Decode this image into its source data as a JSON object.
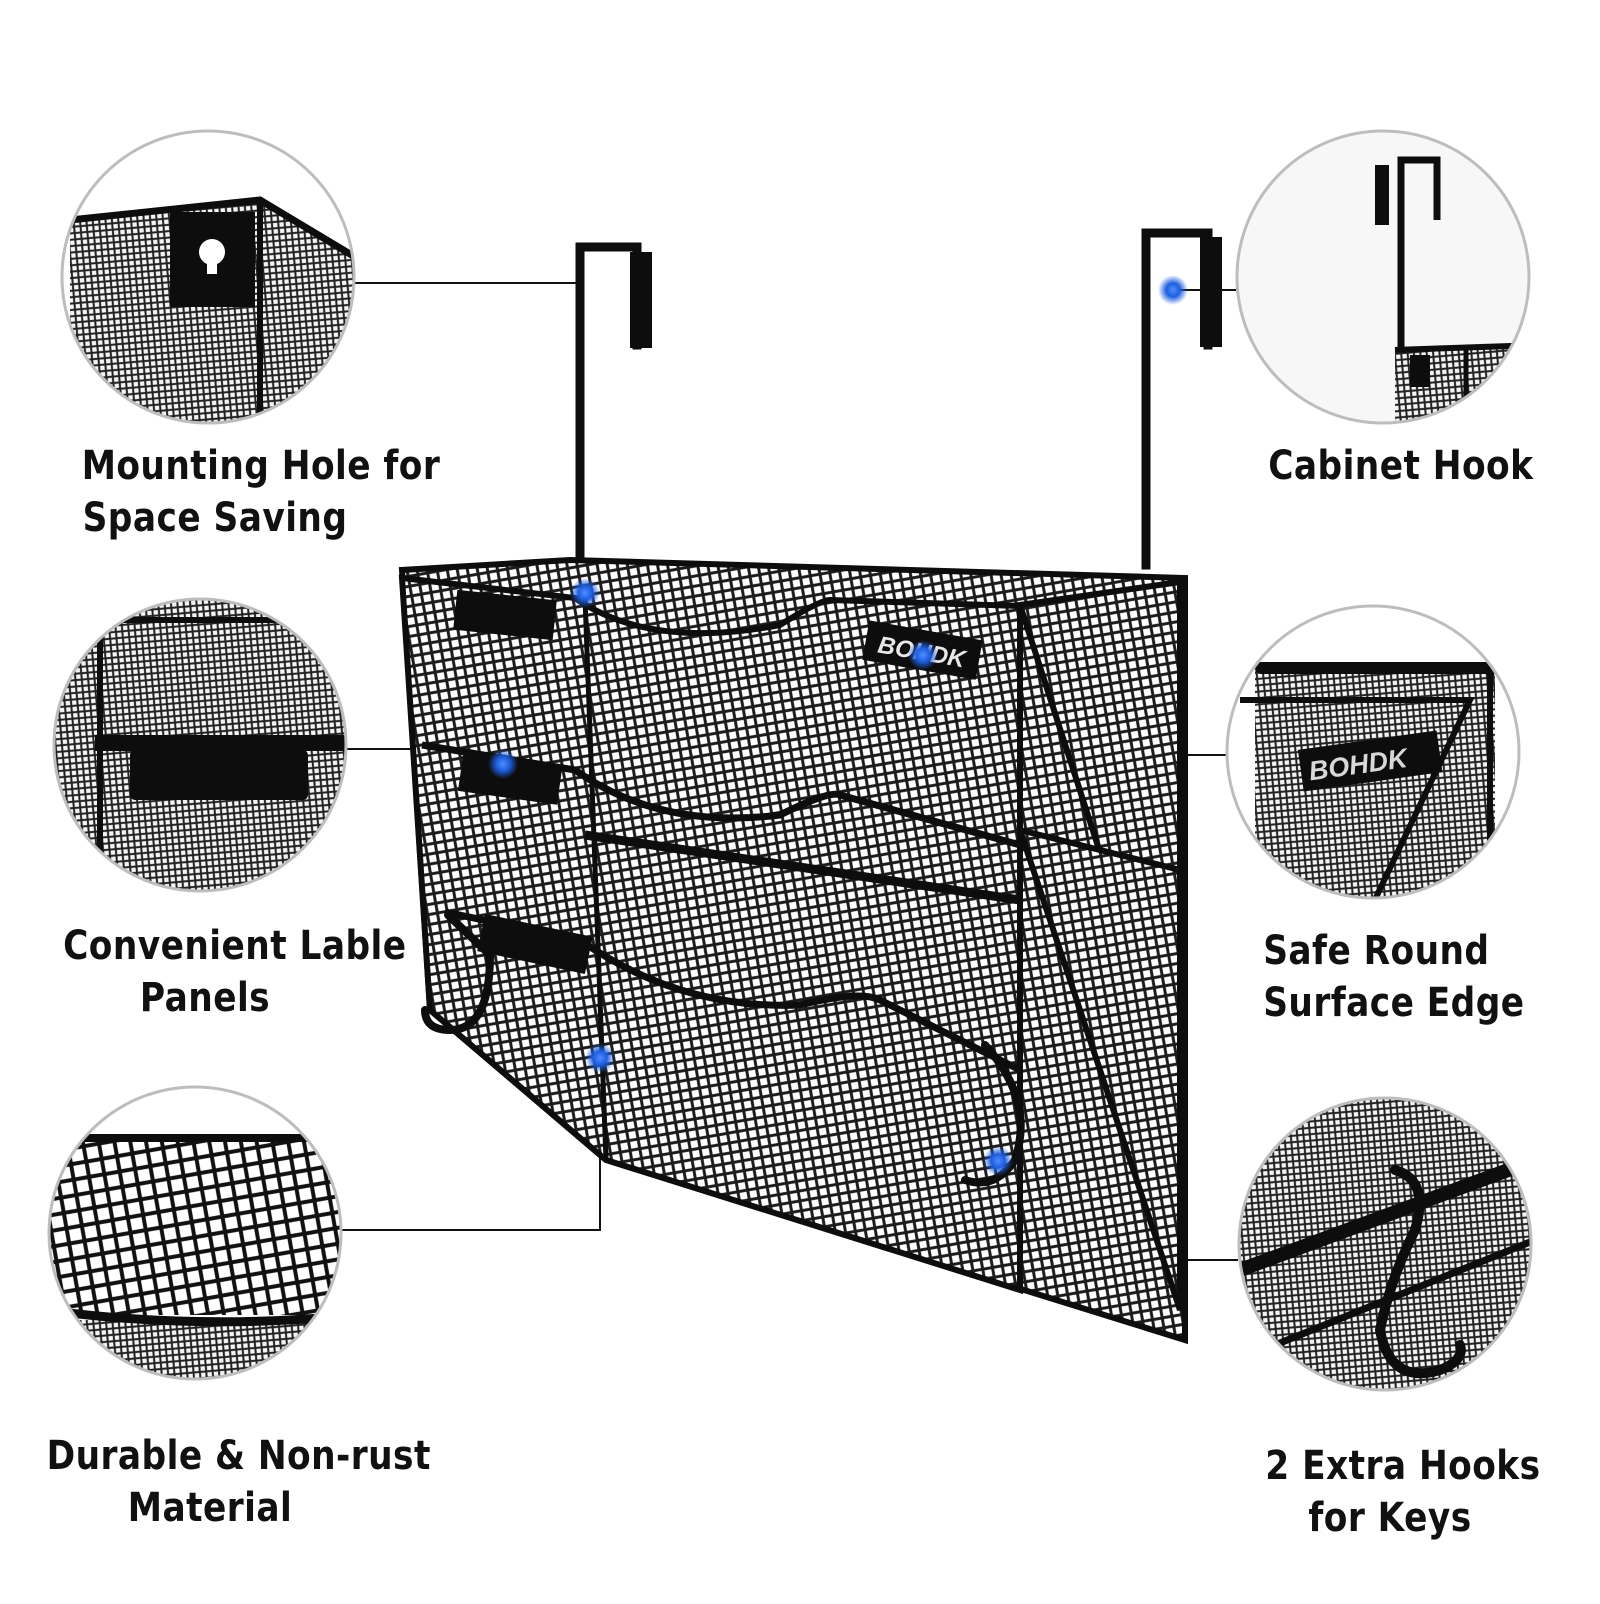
{
  "brand": "BOHDK",
  "features": [
    {
      "id": "mounting-hole",
      "lines": [
        "Mounting Hole for",
        "Space Saving"
      ]
    },
    {
      "id": "cabinet-hook",
      "lines": [
        "Cabinet Hook"
      ]
    },
    {
      "id": "label-panels",
      "lines": [
        "Convenient Lable",
        "Panels"
      ]
    },
    {
      "id": "round-edge",
      "lines": [
        "Safe Round",
        "Surface Edge"
      ]
    },
    {
      "id": "durable-material",
      "lines": [
        "Durable & Non-rust",
        "Material"
      ]
    },
    {
      "id": "extra-hooks",
      "lines": [
        "2 Extra Hooks",
        "for Keys"
      ]
    }
  ],
  "colors": {
    "metal": "#0d0d0d",
    "mesh": "#2a2a2a",
    "marker": "#1e6bff",
    "ring": "#bdbdbd",
    "text": "#111111"
  }
}
